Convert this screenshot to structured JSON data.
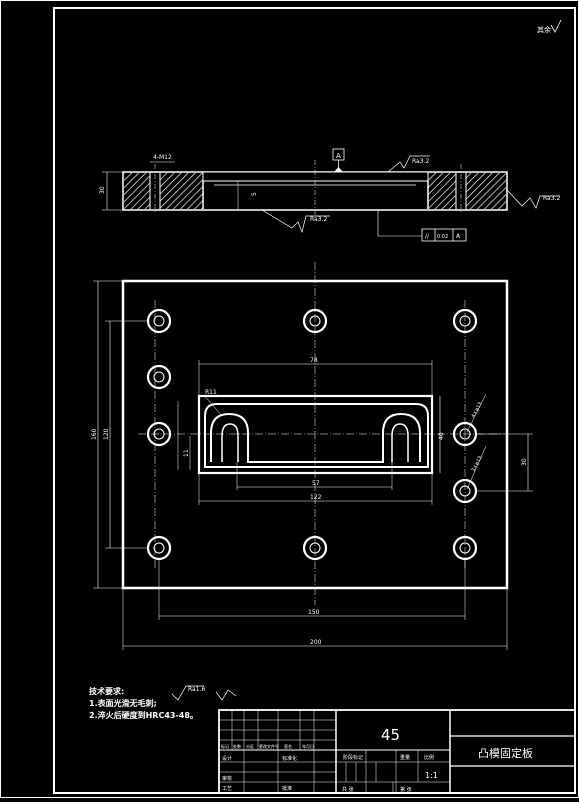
{
  "drawing": {
    "corner_roughness": "其余",
    "section_view": {
      "hole_callout": "4-M12",
      "height_dim": "30",
      "depth_dim": "5",
      "datum": "A",
      "roughness_top": "Ra3.2",
      "roughness_bottom": "Ra3.2",
      "roughness_side": "Ra3.2",
      "tolerance_symbol": "//",
      "tolerance_value": "0.02",
      "tolerance_datum": "A"
    },
    "plan_view": {
      "dim_opening_width": "78",
      "dim_radius": "R11",
      "dim_opening_height": "40",
      "dim_small": "11",
      "dim_inner": "57",
      "dim_overall_inner": "122",
      "dim_height_total": "160",
      "dim_height_holes": "120",
      "dim_hole_top": "4×φ13",
      "dim_hole_bottom": "3×φ13",
      "dim_hole_pitch": "30",
      "dim_width_holes": "150",
      "dim_width_total": "200"
    },
    "notes": {
      "heading": "技术要求:",
      "items": [
        "1.表面光滑无毛刺;",
        "2.淬火后硬度到HRC43-48。"
      ],
      "roughness": "Ra1.6"
    },
    "title_block": {
      "material": "45",
      "part_name": "凸模固定板",
      "scale": "1:1",
      "label_mark": "标记",
      "label_count": "处数",
      "label_zone": "分区",
      "label_change_doc": "更改文件号",
      "label_sign": "签名",
      "label_date": "年月日",
      "label_design": "设计",
      "label_standard": "标准化",
      "label_stage": "阶段标记",
      "label_weight": "重量",
      "label_ratio": "比例",
      "label_review": "审核",
      "label_process": "工艺",
      "label_approve": "批准",
      "label_sheets": "共 张",
      "label_sheet": "第 张"
    }
  }
}
